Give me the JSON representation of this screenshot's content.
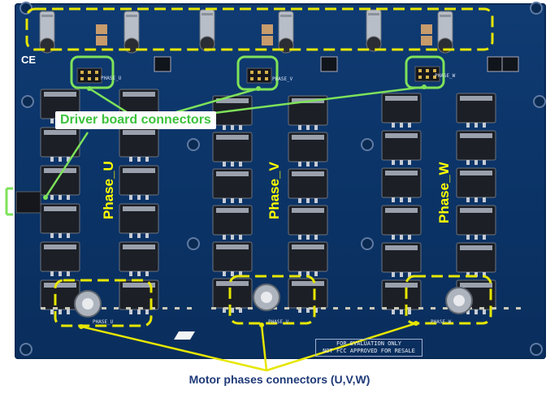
{
  "labels": {
    "driver_board_connectors": "Driver board connectors",
    "motor_phases_connectors": "Motor phases connectors (U,V,W)",
    "phase_u": "Phase_U",
    "phase_v": "Phase_V",
    "phase_w": "Phase_W",
    "fcc_line1": "FOR EVALUATION ONLY",
    "fcc_line2": "NOT FCC APPROVED FOR RESALE",
    "silk_phase_u": "PHASE_U",
    "silk_phase_v": "PHASE_V",
    "silk_phase_w": "PHASE_W",
    "ce_mark": "CE"
  },
  "colors": {
    "board": "#0b3366",
    "highlight_yellow": "#e6e600",
    "highlight_green": "#7ee25a",
    "phase_text": "#ffff00"
  }
}
